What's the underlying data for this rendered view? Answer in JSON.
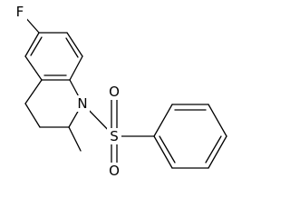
{
  "molecule": {
    "atoms": {
      "fluorine": "F",
      "nitrogen": "N",
      "sulfur": "S",
      "oxygen_top": "O",
      "oxygen_bottom": "O"
    }
  },
  "colors": {
    "bond": "#000000",
    "background": "#ffffff"
  }
}
